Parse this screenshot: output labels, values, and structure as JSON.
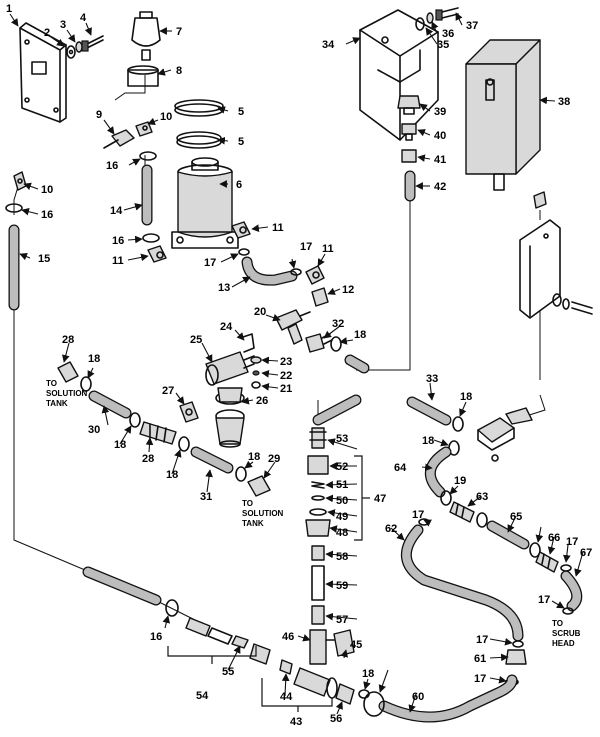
{
  "callouts": [
    "1",
    "2",
    "3",
    "4",
    "5",
    "5",
    "6",
    "7",
    "8",
    "9",
    "10",
    "10",
    "11",
    "11",
    "11",
    "12",
    "13",
    "14",
    "15",
    "16",
    "16",
    "16",
    "16",
    "17",
    "17",
    "17",
    "17",
    "17",
    "17",
    "17",
    "18",
    "18",
    "18",
    "18",
    "18",
    "18",
    "18",
    "18",
    "19",
    "20",
    "21",
    "22",
    "23",
    "24",
    "25",
    "26",
    "27",
    "28",
    "28",
    "29",
    "30",
    "31",
    "32",
    "33",
    "34",
    "35",
    "36",
    "37",
    "38",
    "39",
    "40",
    "41",
    "42",
    "43",
    "44",
    "45",
    "46",
    "47",
    "48",
    "49",
    "50",
    "51",
    "52",
    "53",
    "54",
    "55",
    "56",
    "57",
    "58",
    "59",
    "60",
    "61",
    "62",
    "63",
    "64",
    "65",
    "66",
    "67"
  ],
  "notes": {
    "solution_tank_left": [
      "TO",
      "SOLUTION",
      "TANK"
    ],
    "solution_tank_mid": [
      "TO",
      "SOLUTION",
      "TANK"
    ],
    "scrub_head": [
      "TO",
      "SCRUB",
      "HEAD"
    ]
  }
}
